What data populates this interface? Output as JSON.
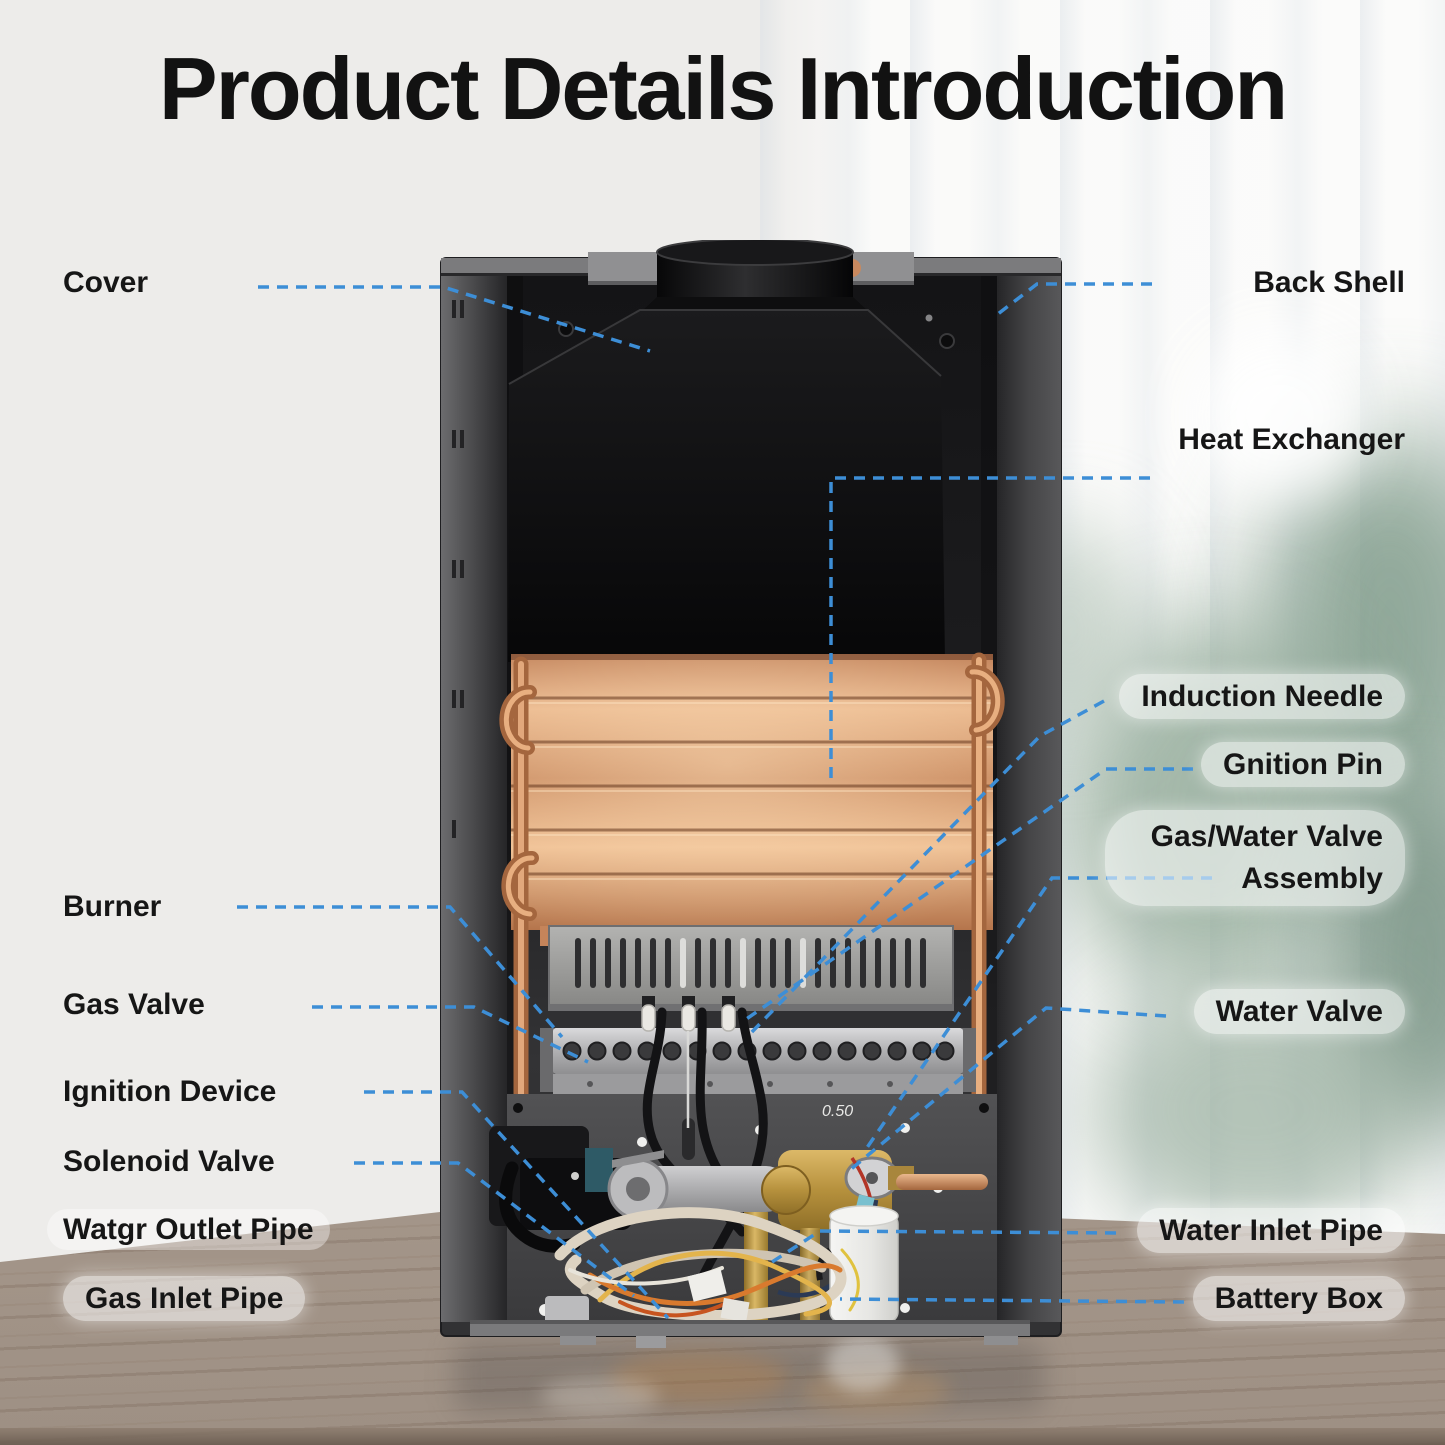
{
  "title": "Product Details Introduction",
  "labels": {
    "left": [
      {
        "id": "cover",
        "text": "Cover"
      },
      {
        "id": "burner",
        "text": "Burner"
      },
      {
        "id": "gas-valve",
        "text": "Gas Valve"
      },
      {
        "id": "ignition-device",
        "text": "Ignition Device"
      },
      {
        "id": "solenoid-valve",
        "text": "Solenoid Valve"
      },
      {
        "id": "water-outlet-pipe",
        "text": "Watgr Outlet Pipe"
      },
      {
        "id": "gas-inlet-pipe",
        "text": "Gas Inlet Pipe"
      }
    ],
    "right": [
      {
        "id": "back-shell",
        "text": "Back Shell"
      },
      {
        "id": "heat-exchanger",
        "text": "Heat Exchanger"
      },
      {
        "id": "induction-needle",
        "text": "Induction Needle"
      },
      {
        "id": "ignition-pin",
        "text": "Gnition Pin"
      },
      {
        "id": "gas-water-valve-assembly",
        "text": "Gas/Water Valve Assembly"
      },
      {
        "id": "water-valve",
        "text": "Water Valve"
      },
      {
        "id": "water-inlet-pipe",
        "text": "Water Inlet Pipe"
      },
      {
        "id": "battery-box",
        "text": "Battery Box"
      }
    ]
  },
  "product": {
    "marking": "0.50"
  },
  "colors": {
    "leader_line": "#3d8ed6",
    "shell": "#4a4a4c",
    "copper": "#d79a6d",
    "brass": "#bf9a4a",
    "label_text": "#161616"
  }
}
